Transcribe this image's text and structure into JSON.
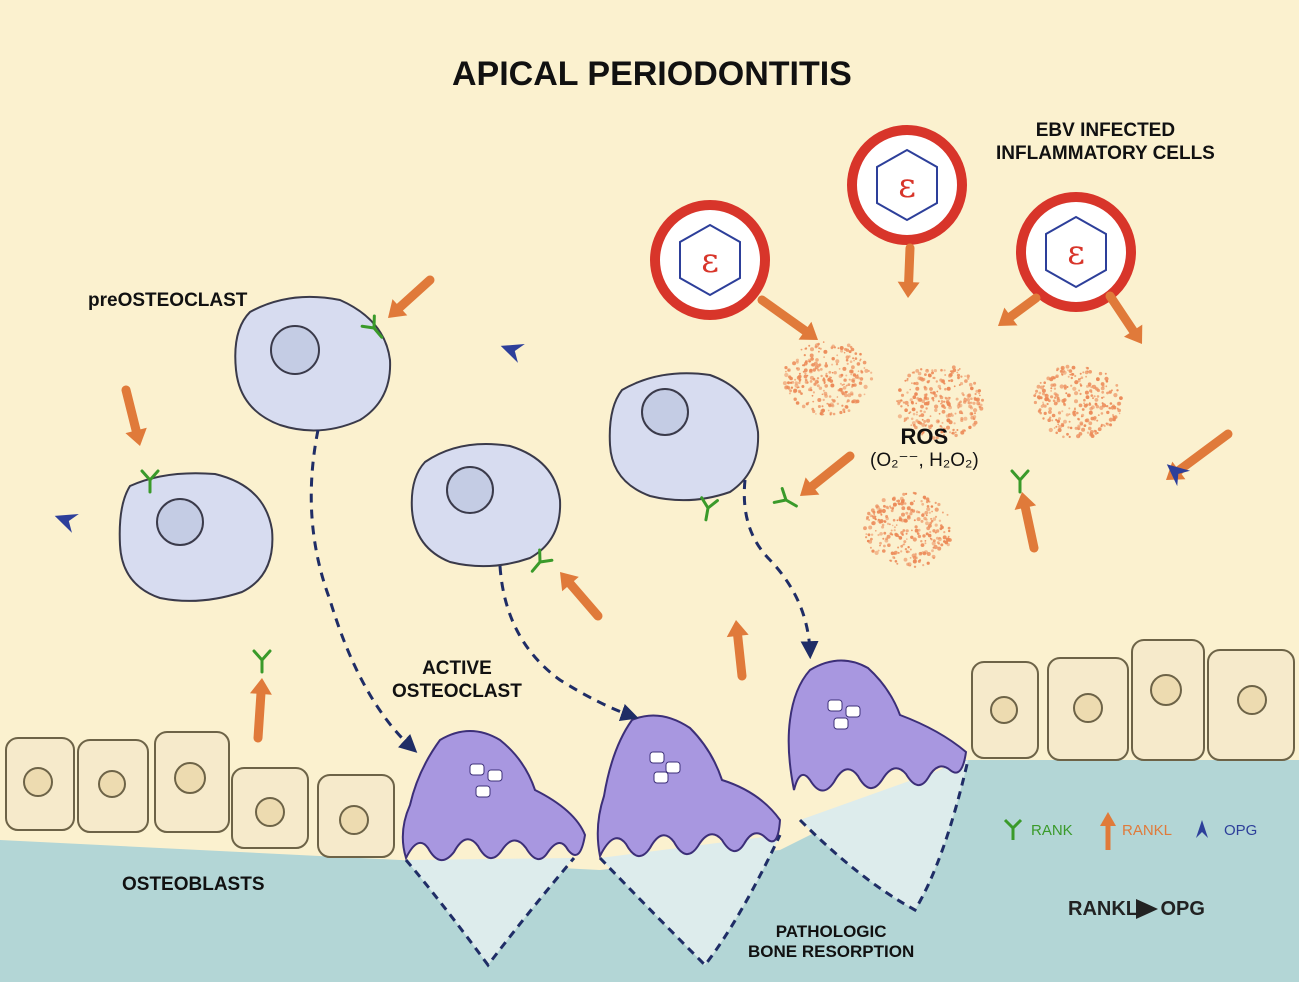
{
  "title": "APICAL PERIODONTITIS",
  "labels": {
    "ebv": [
      "EBV INFECTED",
      "INFLAMMATORY CELLS"
    ],
    "preosteoclast": "preOSTEOCLAST",
    "active_osteoclast": [
      "ACTIVE",
      "OSTEOCLAST"
    ],
    "osteoblasts": "OSTEOBLASTS",
    "ros": "ROS",
    "ros_species": "(O₂⁻⁻, H₂O₂)",
    "pathologic": [
      "PATHOLOGIC",
      "BONE RESORPTION"
    ]
  },
  "legend": {
    "rank": "RANK",
    "rankl": "RANKL",
    "opg": "OPG",
    "balance": "RANKL > OPG"
  },
  "colors": {
    "background": "#fbf1cf",
    "bone": "#b3d6d6",
    "resorption_pit": "#ddecec",
    "preosteoclast": "#d7dcf0",
    "active_osteoclast": "#a897e0",
    "osteoblast": "#f6eacb",
    "rank": "#3a9a2a",
    "rankl": "#e07a3a",
    "opg": "#2d3f9a",
    "virus_ring": "#d8352a",
    "virus_capsid": "#2d3f9a",
    "ros_dots": "#ec8a58",
    "dashed_path": "#1f2d66"
  }
}
